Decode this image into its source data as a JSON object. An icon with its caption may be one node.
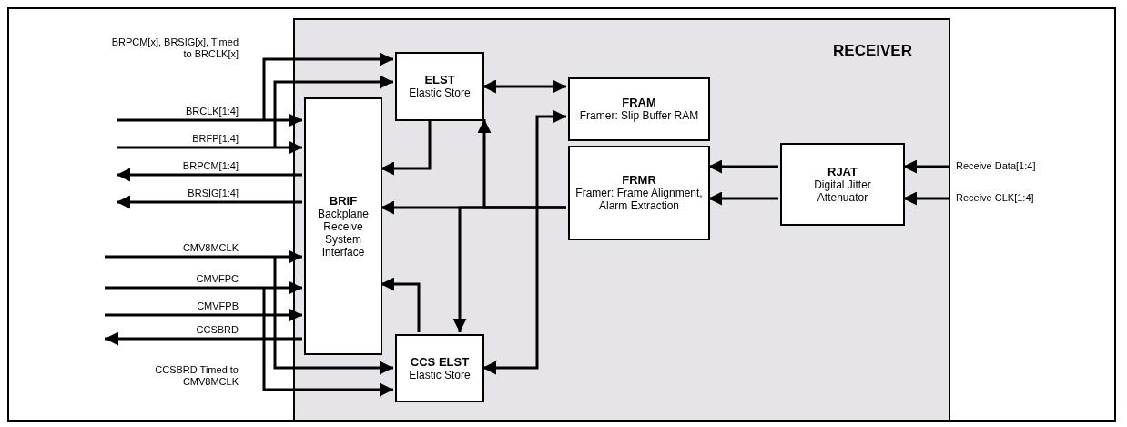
{
  "diagram": {
    "nodes": [
      {
        "text": [
          "RECEIVER"
        ]
      },
      {
        "text": [
          "ELST",
          "Elastic Store"
        ],
        "in": 0
      },
      {
        "text": [
          "FRAM",
          "Framer: Slip Buffer RAM"
        ],
        "in": 0
      },
      {
        "text": [
          "BRIF",
          "Backplane Receive System Interface"
        ],
        "in": 0
      },
      {
        "text": [
          "FRMR",
          "Framer: Frame Alignment, Alarm Extraction"
        ],
        "in": 0
      },
      {
        "text": [
          "RJAT",
          "Digital Jitter Attenuator"
        ],
        "in": 0
      },
      {
        "text": [
          "CCS ELST",
          "Elastic Store"
        ],
        "in": 0
      }
    ],
    "edges": [
      {
        "from": null,
        "to": 1,
        "arrow": "to"
      },
      {
        "from": null,
        "to": 1,
        "arrow": "to"
      },
      {
        "from": null,
        "to": 3,
        "arrow": "to",
        "label": "BRCLK[1:4]"
      },
      {
        "from": null,
        "to": 3,
        "arrow": "to",
        "label": "BRFP[1:4]"
      },
      {
        "from": 3,
        "to": null,
        "arrow": "to",
        "label": "BRPCM[1:4]"
      },
      {
        "from": 3,
        "to": null,
        "arrow": "to",
        "label": "BRSIG[1:4]"
      },
      {
        "from": null,
        "to": 3,
        "arrow": "to",
        "label": "CMV8MCLK"
      },
      {
        "from": null,
        "to": 3,
        "arrow": "to",
        "label": "CMVFPC"
      },
      {
        "from": null,
        "to": 3,
        "arrow": "to",
        "label": "CMVFPB"
      },
      {
        "from": 3,
        "to": null,
        "arrow": "to",
        "label": "CCSBRD"
      },
      {
        "from": null,
        "to": 6,
        "arrow": "to"
      },
      {
        "from": null,
        "to": 6,
        "arrow": "to"
      },
      {
        "from": 1,
        "to": 2,
        "arrow": "both"
      },
      {
        "from": 1,
        "to": 3,
        "arrow": "to"
      },
      {
        "from": 4,
        "to": 3,
        "arrow": "to"
      },
      {
        "from": 4,
        "to": 1,
        "arrow": "to"
      },
      {
        "from": 4,
        "to": 6,
        "arrow": "to"
      },
      {
        "from": 6,
        "to": 2,
        "arrow": "both"
      },
      {
        "from": 6,
        "to": 3,
        "arrow": "to"
      },
      {
        "from": 5,
        "to": 4,
        "arrow": "to"
      },
      {
        "from": 5,
        "to": 4,
        "arrow": "to"
      },
      {
        "from": null,
        "to": 5,
        "arrow": "to",
        "label": "Receive Data[1:4]"
      },
      {
        "from": null,
        "to": 5,
        "arrow": "to",
        "label": "Receive CLK[1:4]"
      }
    ],
    "labels": [
      "BRPCM[x], BRSIG[x], Timed to BRCLK[x]",
      "CCSBRD Timed to CMV8MCLK"
    ]
  }
}
